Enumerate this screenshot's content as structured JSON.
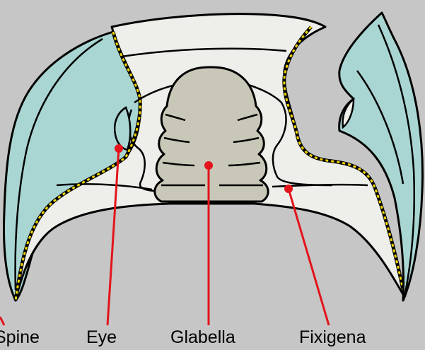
{
  "colors": {
    "background": "#c6c6c6",
    "cephalon": "#eeeeea",
    "librigena": "#a9d6d3",
    "glabella": "#c9c7b7",
    "suture_dash": "#f2d500",
    "pointer": "#e3141b",
    "outline": "#000000"
  },
  "labels": {
    "spine": "Spine",
    "eye": "Eye",
    "glabella": "Glabella",
    "fixigena": "Fixigena"
  }
}
